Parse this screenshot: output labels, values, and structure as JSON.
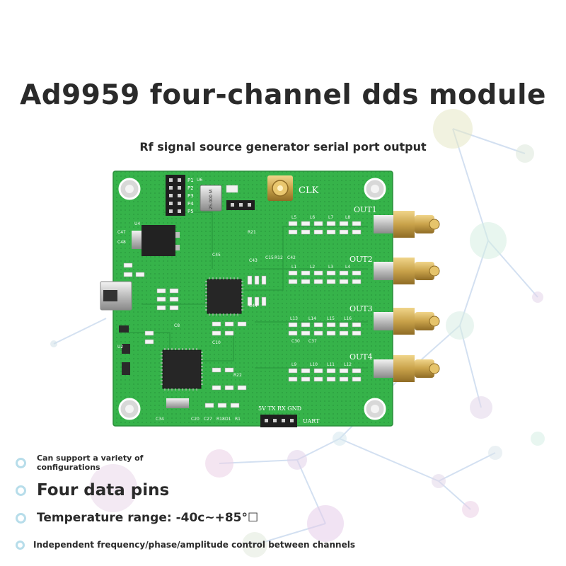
{
  "title": "Ad9959 four-channel dds module",
  "subtitle": "Rf signal source generator serial port output",
  "board": {
    "clock_label": "CLK",
    "outputs": [
      "OUT1",
      "OUT2",
      "OUT3",
      "OUT4"
    ],
    "header_top": [
      "P1",
      "P2",
      "P3",
      "P4",
      "P5"
    ],
    "crystal_label": "25.000 M",
    "uart_pins": "5V TX RX GND",
    "uart_label": "UART",
    "refs_lpf": [
      "L5",
      "L6",
      "L7",
      "L8",
      "L1",
      "L2",
      "L3",
      "L4",
      "L13",
      "L14",
      "L15",
      "L16",
      "L9",
      "L10",
      "L11",
      "L12"
    ],
    "refs_misc": [
      "C47",
      "C48",
      "U4",
      "U2",
      "U6",
      "C8",
      "R21",
      "C42",
      "C43",
      "C15",
      "R12",
      "C44",
      "C30",
      "C37",
      "C45",
      "C34",
      "R18",
      "R22",
      "D1",
      "R1",
      "C20",
      "C27",
      "OUT1",
      "C10"
    ]
  },
  "features": [
    "Can support a variety of configurations",
    "Four data pins",
    "Temperature range: -40c~+85°☐",
    "Independent frequency/phase/amplitude control between channels"
  ],
  "colors": {
    "pcb": "#36b34a",
    "pcb_dark": "#249039",
    "silk": "#ffffff",
    "gold": "#c9a24a",
    "bg_network": "#e7c7e6",
    "bg_network_alt": "#d7efe3",
    "bullet": "#b7ddea"
  }
}
